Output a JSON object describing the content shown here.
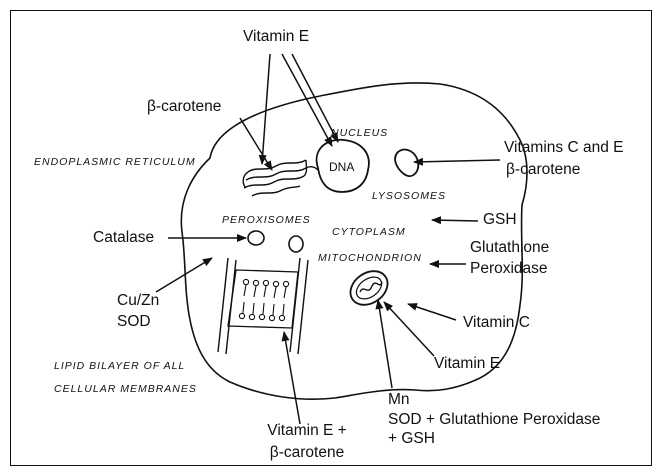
{
  "labels": {
    "vitamin_e_top": "Vitamin E",
    "beta_carotene_left": "β-carotene",
    "nucleus": "NUCLEUS",
    "dna": "DNA",
    "endoplasmic_reticulum": "ENDOPLASMIC RETICULUM",
    "vitamins_c_and_e": "Vitamins C and E",
    "beta_carotene_right": "β-carotene",
    "lysosomes": "LYSOSOMES",
    "gsh": "GSH",
    "peroxisomes": "PEROXISOMES",
    "catalase": "Catalase",
    "cytoplasm": "CYTOPLASM",
    "glutathione": "Glutathione",
    "peroxidase": "Peroxidase",
    "mitochondrion": "MITOCHONDRION",
    "cu_zn": "Cu/Zn",
    "sod_left": "SOD",
    "vitamin_c": "Vitamin C",
    "lipid_bilayer_1": "LIPID BILAYER OF ALL",
    "lipid_bilayer_2": "CELLULAR MEMBRANES",
    "vitamin_e_right": "Vitamin E",
    "mn": "Mn",
    "sod_glutathione": "SOD + Glutathione Peroxidase",
    "plus_gsh": "+ GSH",
    "vitamin_e_plus": "Vitamin E +",
    "beta_carotene_bottom": "β-carotene"
  }
}
